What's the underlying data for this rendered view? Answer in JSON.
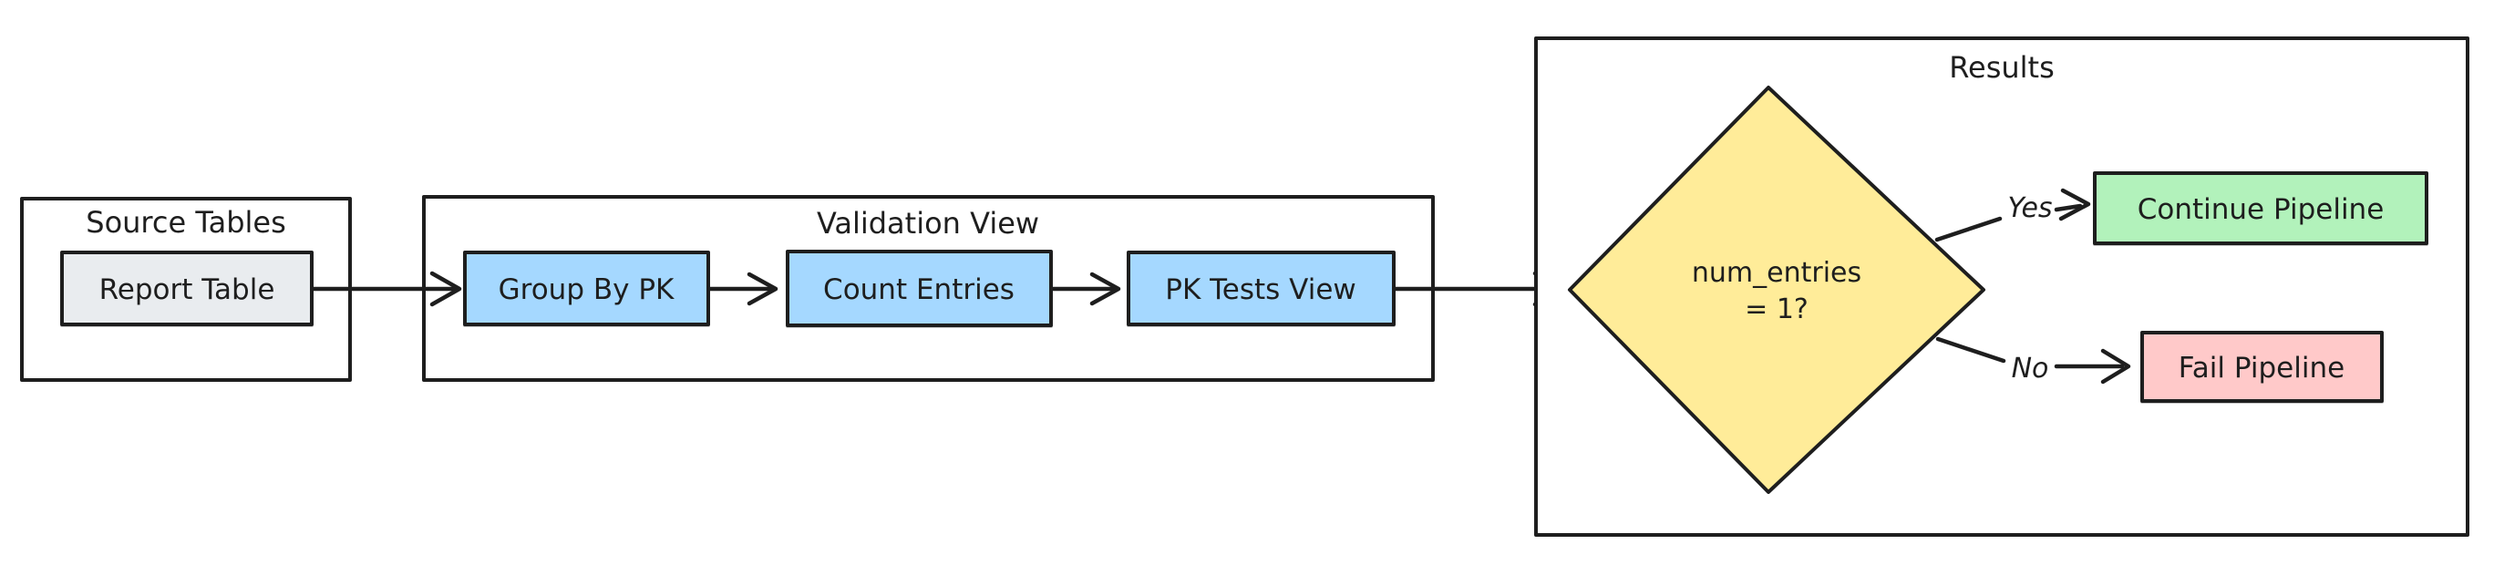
{
  "colors": {
    "stroke": "#1e1e1e",
    "background": "#ffffff",
    "node_gray": "#e9ecef",
    "node_blue": "#a5d8ff",
    "node_yellow": "#ffec99",
    "node_green": "#b2f2bb",
    "node_pink": "#ffc9c9"
  },
  "source_tables": {
    "title": "Source Tables",
    "nodes": {
      "report_table": {
        "label": "Report Table"
      }
    }
  },
  "validation_view": {
    "title": "Validation View",
    "nodes": {
      "group_by_pk": {
        "label": "Group By PK"
      },
      "count_entries": {
        "label": "Count Entries"
      },
      "pk_tests_view": {
        "label": "PK Tests View"
      }
    }
  },
  "results": {
    "title": "Results",
    "decision": {
      "line1": "num_entries",
      "line2": "= 1?"
    },
    "branches": {
      "yes": "Yes",
      "no": "No"
    },
    "nodes": {
      "continue_pipeline": {
        "label": "Continue Pipeline"
      },
      "fail_pipeline": {
        "label": "Fail Pipeline"
      }
    }
  }
}
